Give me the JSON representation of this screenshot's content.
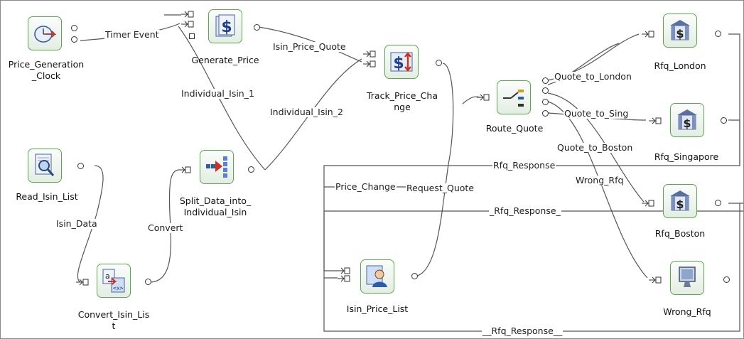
{
  "nodes": {
    "clock": {
      "label": "Price_Generation\n_Clock",
      "icon": "clock-icon"
    },
    "gen": {
      "label": "Generate_Price",
      "icon": "dollar-document-icon"
    },
    "track": {
      "label": "Track_Price_Cha\nnge",
      "icon": "dollar-arrows-icon"
    },
    "route": {
      "label": "Route_Quote",
      "icon": "router-switch-icon"
    },
    "london": {
      "label": "Rfq_London",
      "icon": "bank-icon"
    },
    "sing": {
      "label": "Rfq_Singapore",
      "icon": "bank-icon"
    },
    "boston": {
      "label": "Rfq_Boston",
      "icon": "bank-icon"
    },
    "wrong": {
      "label": "Wrong_Rfq",
      "icon": "monitor-icon"
    },
    "read": {
      "label": "Read_Isin_List",
      "icon": "magnifier-document-icon"
    },
    "split": {
      "label": "Split_Data_into_\nIndividual_Isin",
      "icon": "split-arrow-icon"
    },
    "convert": {
      "label": "Convert_Isin_Lis\nt",
      "icon": "convert-document-icon"
    },
    "isin": {
      "label": "Isin_Price_List",
      "icon": "person-icon"
    }
  },
  "edges": {
    "timer_event": "Timer Event",
    "isin_price_quote": "Isin_Price_Quote",
    "individual_isin_1": "Individual_Isin_1",
    "individual_isin_2": "Individual_Isin_2",
    "quote_to_london": "Quote_to_London",
    "quote_to_sing": "Quote_to_Sing",
    "quote_to_boston": "Quote_to_Boston",
    "wrong_rfq": "Wrong_Rfq",
    "rfq_response_1": "Rfq_Response",
    "price_change": "Price_Change",
    "request_quote": "Request_Quote",
    "rfq_response_2": "_Rfq_Response_",
    "isin_data": "Isin_Data",
    "convert": "Convert",
    "rfq_response_3": "__Rfq_Response__"
  },
  "colors": {
    "node_border": "#5aa84e",
    "wire": "#555555",
    "bank": "#5b6f9e",
    "dollar_green": "#2a8a2a"
  }
}
